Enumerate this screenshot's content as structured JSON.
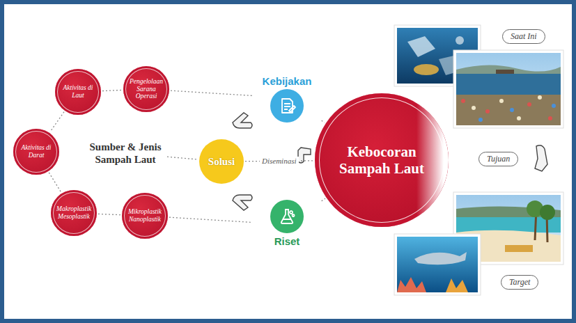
{
  "diagram": {
    "nodes": [
      {
        "text": [
          "Sumber & Jenis Sampah Laut"
        ]
      },
      {
        "text": [
          "Aktivitas di Laut"
        ]
      },
      {
        "text": [
          "Pengelolaan Sarana Operasi"
        ]
      },
      {
        "text": [
          "Aktivitas di Darat"
        ]
      },
      {
        "text": [
          "Makroplastik Mesoplastik"
        ]
      },
      {
        "text": [
          "Mikroplastik Nanoplastik"
        ]
      },
      {
        "text": [
          "Solusi"
        ]
      },
      {
        "text": [
          "Kebijakan"
        ]
      },
      {
        "text": [
          "Riset"
        ]
      },
      {
        "text": [
          "Kebocoran Sampah Laut"
        ]
      },
      {
        "text": [
          "Saat Ini"
        ]
      },
      {
        "text": [
          "Tujuan"
        ]
      },
      {
        "text": [
          "Target"
        ]
      }
    ],
    "edges": [
      {
        "from": 1,
        "to": 2,
        "arrow": "none"
      },
      {
        "from": 1,
        "to": 3,
        "arrow": "none"
      },
      {
        "from": 3,
        "to": 4,
        "arrow": "none"
      },
      {
        "from": 4,
        "to": 5,
        "arrow": "none"
      },
      {
        "from": 0,
        "to": 6,
        "arrow": "none"
      },
      {
        "from": 2,
        "to": 7,
        "arrow": "none"
      },
      {
        "from": 7,
        "to": 9,
        "arrow": "none"
      },
      {
        "from": 6,
        "to": 9,
        "label": "Diseminasi",
        "arrow": "none"
      },
      {
        "from": 5,
        "to": 8,
        "arrow": "none"
      },
      {
        "from": 8,
        "to": 9,
        "arrow": "none"
      }
    ]
  }
}
